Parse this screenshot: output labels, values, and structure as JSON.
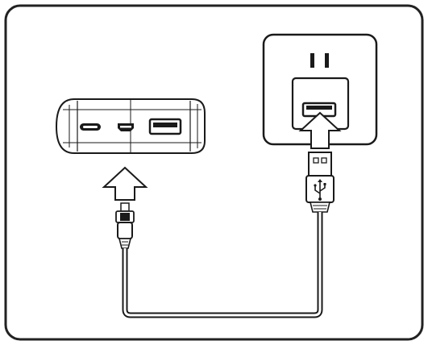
{
  "diagram": {
    "frame": {
      "stroke": "#222222",
      "fill": "#ffffff"
    },
    "power_bank": {
      "ports": [
        "usb-c-port",
        "micro-usb-port",
        "usb-a-port"
      ]
    },
    "wall_adapter": {
      "pins": 2,
      "port": "usb-a-port"
    },
    "cable": {
      "ends": [
        "micro-usb-plug",
        "usb-a-plug"
      ],
      "symbol": "usb-symbol-icon"
    },
    "arrows": [
      "up-arrow-icon",
      "up-arrow-icon"
    ],
    "colors": {
      "line": "#1a1a1a",
      "fill_light": "#ffffff",
      "fill_port": "#1a1a1a"
    }
  }
}
